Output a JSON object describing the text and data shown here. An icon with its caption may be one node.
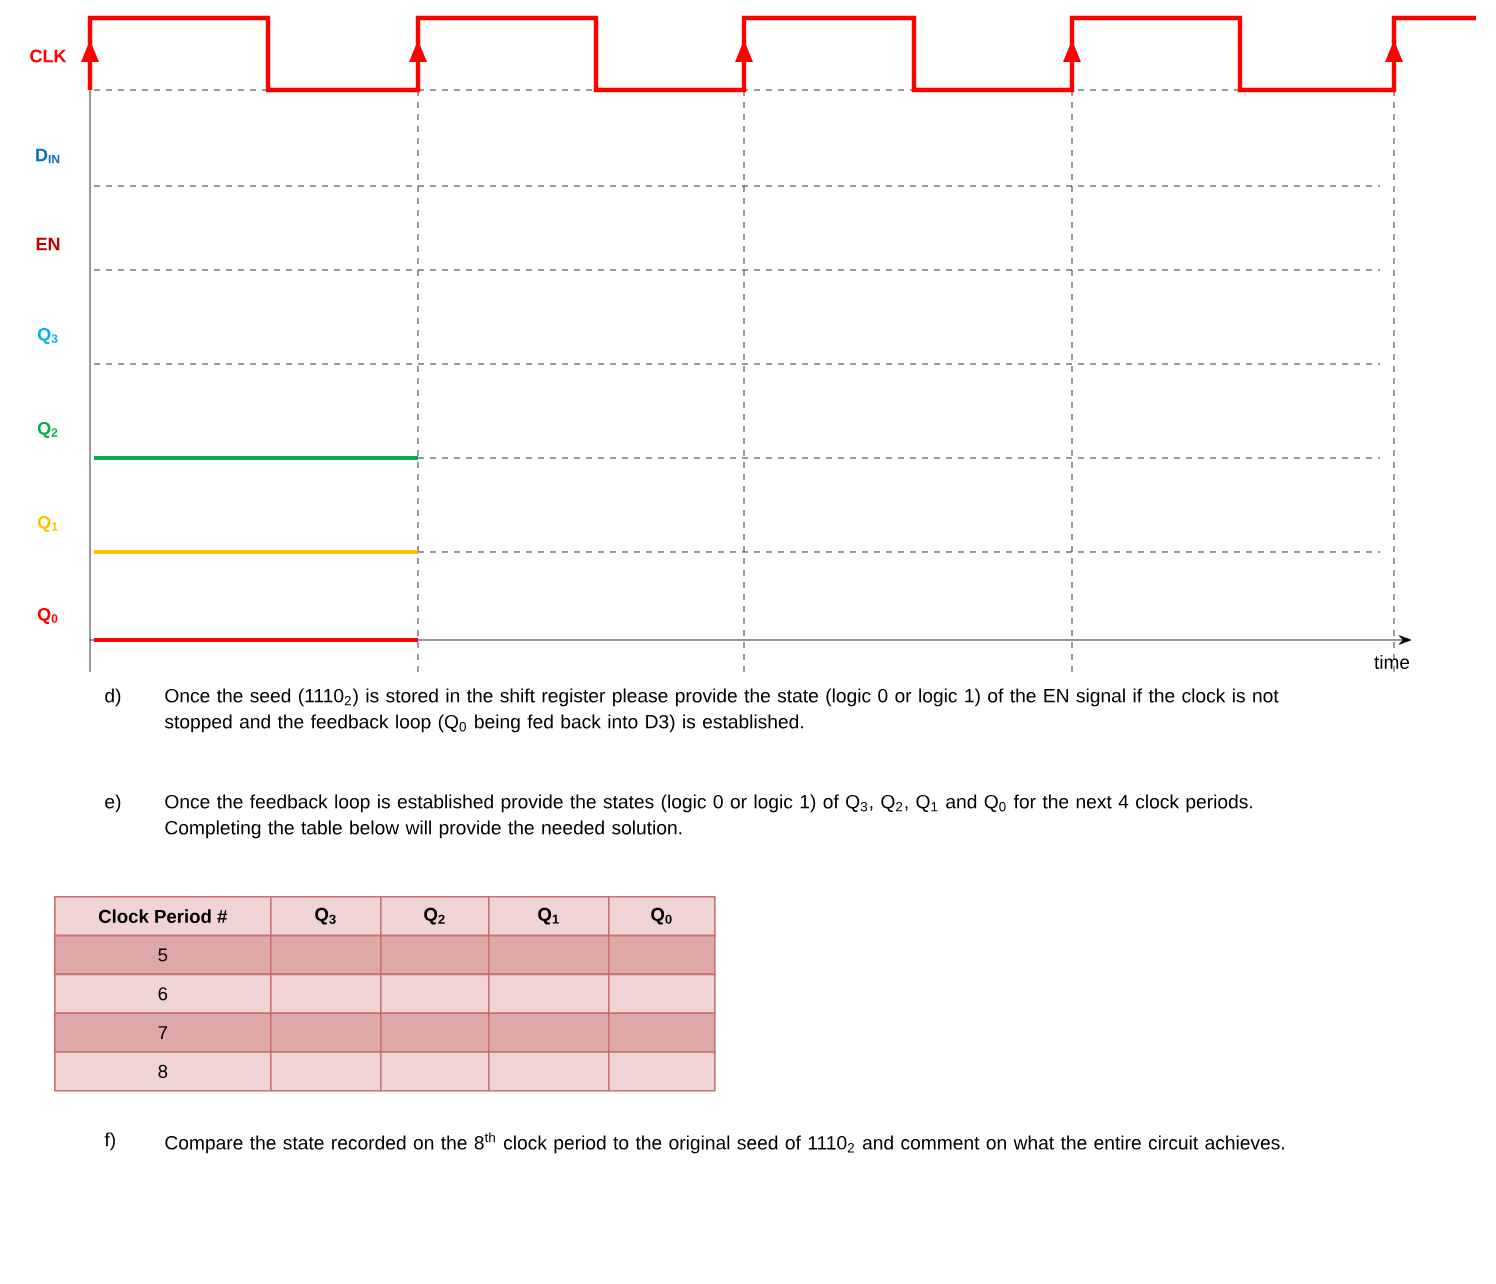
{
  "diagram": {
    "labels": [
      "CLK",
      "D$_{IN}$",
      "EN",
      "Q$_{3}$",
      "Q$_{2}$",
      "Q$_{1}$",
      "Q$_{0}$",
      "time",
      "d)",
      "Once the seed (1110$_{2}$) is stored in the shift register please provide the state (logic 0 or logic 1) of the EN signal if the clock is not stopped and the feedback loop (Q$_{0}$ being fed back into D3) is established.",
      "e)",
      "Once the feedback loop is established provide the states (logic 0 or logic 1) of Q$_{3}$, Q$_{2}$, Q$_{1}$ and Q$_{0}$ for the next 4 clock periods. Completing the table below will provide the needed solution.",
      "Clock Period #",
      "Q$_{3}$",
      "Q$_{2}$",
      "Q$_{1}$",
      "Q$_{0}$",
      "5",
      "6",
      "7",
      "8",
      "f)",
      "Compare the state recorded on the 8$^{th}$ clock period to the original seed of 1110$_{2}$ and comment on what the entire circuit achieves."
    ]
  }
}
